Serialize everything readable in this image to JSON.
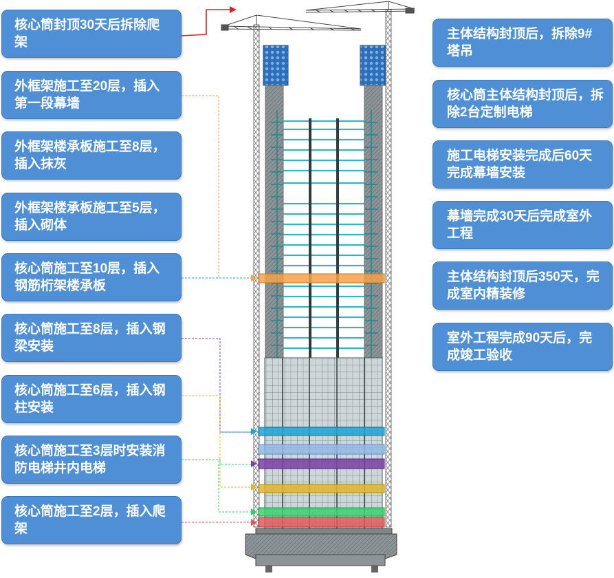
{
  "left_steps": [
    "核心筒封顶30天后拆除爬架",
    "外框架施工至20层，插入第一段幕墙",
    "外框架楼承板施工至8层，插入抹灰",
    "外框架楼承板施工至5层，插入砌体",
    "核心筒施工至10层，插入钢筋桁架楼承板",
    "核心筒施工至8层，插入钢梁安装",
    "核心筒施工至6层，插入钢柱安装",
    "核心筒施工至3层时安装消防电梯井内电梯",
    "核心筒施工至2层，插入爬架"
  ],
  "right_steps": [
    "主体结构封顶后，拆除9#塔吊",
    "核心筒主体结构封顶后，拆除2台定制电梯",
    "施工电梯安装完成后60天完成幕墙安装",
    "幕墙完成30天后完成室外工程",
    "主体结构封顶后350天，完成室内精装修",
    "室外工程完成90天后，完成竣工验收"
  ],
  "colors": {
    "box_fill": "#4f8fd6",
    "box_border": "#3c78bd",
    "band_orange": "#f5a14a",
    "band_cyan": "#1aa3d6",
    "band_lightblue": "#8fb8e6",
    "band_purple": "#7a3fa5",
    "band_yellow": "#e3b52a",
    "band_green": "#37d36a",
    "band_red": "#e05a5a",
    "arrow_red": "#e02020"
  }
}
